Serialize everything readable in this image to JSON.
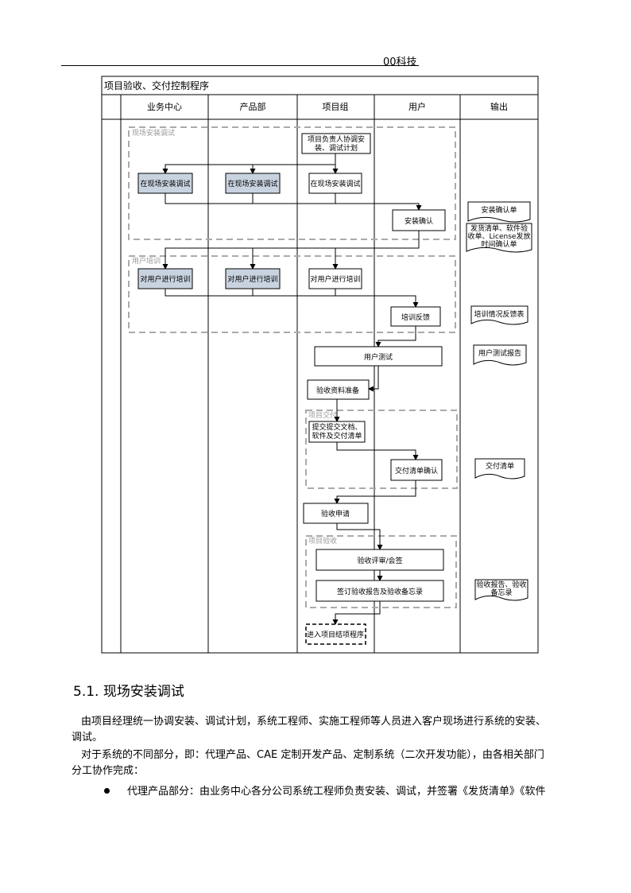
{
  "header": {
    "company": "00科技"
  },
  "diagram": {
    "title": "项目验收、交付控制程序",
    "columns": [
      "业务中心",
      "产品部",
      "项目组",
      "用户",
      "输出"
    ],
    "groups": {
      "install": "现场安装调试",
      "training": "用户培训",
      "delivery": "项目交付",
      "acceptance": "项目验收"
    },
    "boxes": {
      "plan": [
        "项目负责人协调安",
        "装、调试计划"
      ],
      "install_biz": "在现场安装调试",
      "install_prod": "在现场安装调试",
      "install_proj": "在现场安装调试",
      "install_confirm": "安装确认",
      "train_biz": "对用户进行培训",
      "train_prod": "对用户进行培训",
      "train_proj": "对用户进行培训",
      "train_feedback": "培训反馈",
      "user_test": "用户测试",
      "accept_prep": "验收资料准备",
      "submit_docs": [
        "提交提交文档、",
        "软件及交付清单"
      ],
      "delivery_confirm": "交付清单确认",
      "accept_apply": "验收申请",
      "accept_review": "验收评审/会签",
      "sign_report": "签订验收报告及验收备忘录",
      "next_step": "进入项目结项程序"
    },
    "outputs": {
      "install_confirm_doc": "安装确认单",
      "delivery_list": [
        "发货清单、软件验",
        "收单、License发放",
        "时间确认单"
      ],
      "train_feedback_doc": "培训情况反馈表",
      "user_test_report": "用户测试报告",
      "delivery_doc": "交付清单",
      "accept_docs": [
        "验收报告、验收",
        "备忘录"
      ]
    }
  },
  "section": {
    "title": "5.1.  现场安装调试",
    "para1_line1": "由项目经理统一协调安装、调试计划，系统工程师、实施工程师等人员进入客户现场进行系统的安装、",
    "para1_line2": "调试。",
    "para2_line1": "对于系统的不同部分，即：代理产品、CAE 定制开发产品、定制系统（二次开发功能），由各相关部门",
    "para2_line2": "分工协作完成：",
    "bullet1": "代理产品部分：由业务中心各分公司系统工程师负责安装、调试，并签署《发货清单》《软件"
  }
}
